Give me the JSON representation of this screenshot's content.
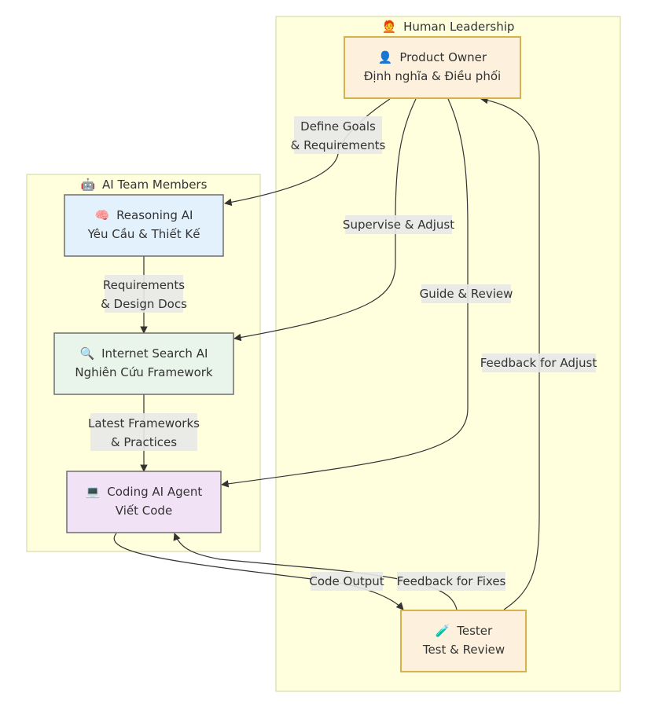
{
  "clusters": {
    "human": {
      "icon": "🧑‍🦰",
      "title": "Human Leadership"
    },
    "ai": {
      "icon": "🤖",
      "title": "AI Team Members"
    }
  },
  "nodes": {
    "product_owner": {
      "icon": "👤",
      "name": "Product Owner",
      "desc": "Định nghĩa & Điều phối"
    },
    "reasoning": {
      "icon": "🧠",
      "name": "Reasoning AI",
      "desc": "Yêu Cầu & Thiết Kế"
    },
    "search": {
      "icon": "🔍",
      "name": "Internet Search AI",
      "desc": "Nghiên Cứu Framework"
    },
    "coding": {
      "icon": "💻",
      "name": "Coding AI Agent",
      "desc": "Viết Code"
    },
    "tester": {
      "icon": "🧪",
      "name": "Tester",
      "desc": "Test & Review"
    }
  },
  "edges": {
    "define_goals": {
      "line1": "Define Goals",
      "line2": "& Requirements"
    },
    "supervise": {
      "line1": "Supervise & Adjust"
    },
    "guide": {
      "line1": "Guide & Review"
    },
    "feedback_adjust": {
      "line1": "Feedback for Adjust"
    },
    "requirements": {
      "line1": "Requirements",
      "line2": "& Design Docs"
    },
    "frameworks": {
      "line1": "Latest Frameworks",
      "line2": "& Practices"
    },
    "code_output": {
      "line1": "Code Output"
    },
    "feedback_fixes": {
      "line1": "Feedback for Fixes"
    }
  },
  "colors": {
    "cluster_fill": "#ffffde",
    "cluster_stroke": "#cfd49a",
    "human_node_fill": "#fdf1de",
    "human_node_stroke": "#d5b24b",
    "reasoning_fill": "#e3f1fc",
    "search_fill": "#e9f5ea",
    "coding_fill": "#f2e2f5",
    "ai_node_stroke": "#6e6e6e",
    "edge": "#333333"
  }
}
